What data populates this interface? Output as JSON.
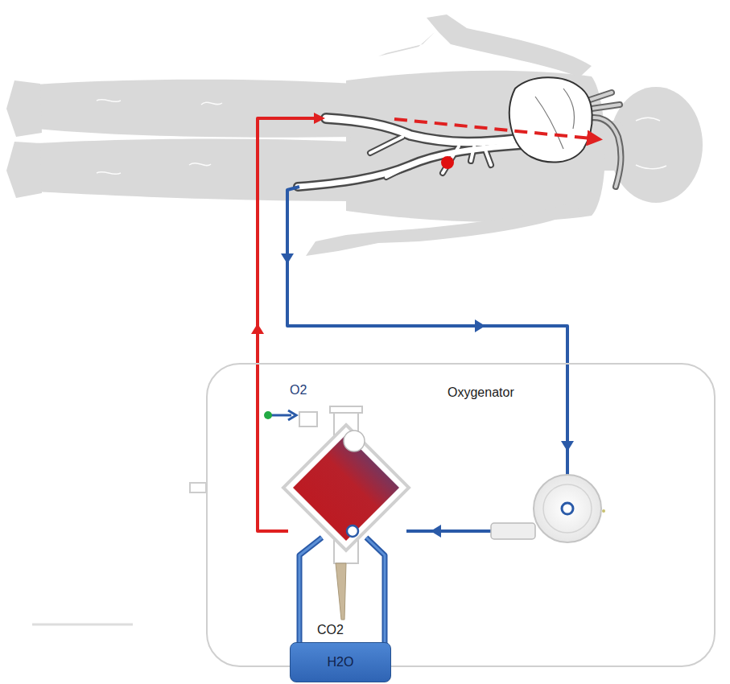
{
  "diagram": {
    "nodes": [
      {
        "text": [
          "Oxygenator"
        ]
      },
      {
        "text": [
          "H2O"
        ]
      }
    ],
    "labels": [
      "O2",
      "CO2"
    ]
  }
}
